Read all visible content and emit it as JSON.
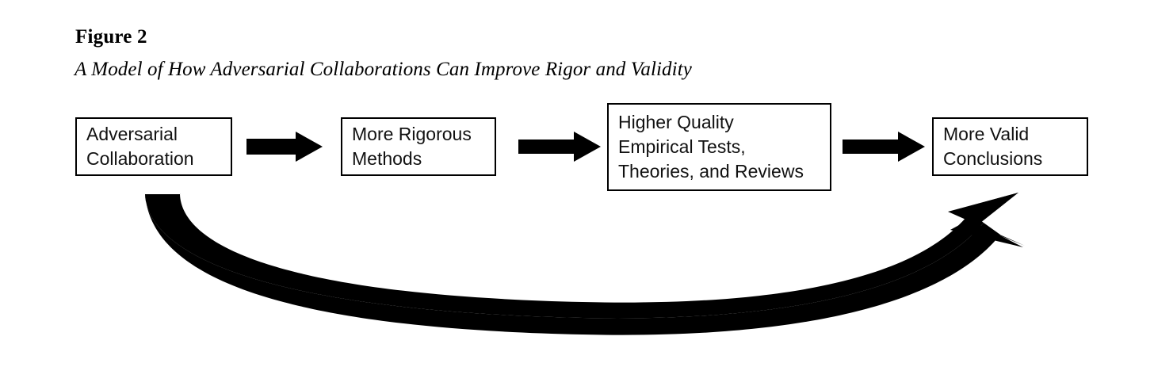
{
  "figure": {
    "label": "Figure 2",
    "caption": "A Model of How Adversarial Collaborations Can Improve Rigor and Validity"
  },
  "diagram": {
    "type": "flow-cycle",
    "background_color": "#ffffff",
    "stroke_color": "#000000",
    "text_color": "#111111",
    "nodes": [
      {
        "id": "adversarial-collaboration",
        "text": "Adversarial\nCollaboration",
        "lines": [
          "Adversarial",
          "Collaboration"
        ]
      },
      {
        "id": "rigorous-methods",
        "text": "More Rigorous\nMethods",
        "lines": [
          "More Rigorous",
          "Methods"
        ]
      },
      {
        "id": "empirical-tests",
        "text": "Higher Quality\nEmpirical Tests,\nTheories, and Reviews",
        "lines": [
          "Higher Quality",
          "Empirical Tests,",
          "Theories, and Reviews"
        ]
      },
      {
        "id": "valid-conclusions",
        "text": "More Valid\nConclusions",
        "lines": [
          "More Valid",
          "Conclusions"
        ]
      }
    ],
    "connectors": [
      {
        "id": "arrow-1",
        "from": "adversarial-collaboration",
        "to": "rigorous-methods",
        "style": "block-arrow",
        "direction": "right"
      },
      {
        "id": "arrow-2",
        "from": "rigorous-methods",
        "to": "empirical-tests",
        "style": "block-arrow",
        "direction": "right"
      },
      {
        "id": "arrow-3",
        "from": "empirical-tests",
        "to": "valid-conclusions",
        "style": "block-arrow",
        "direction": "right"
      },
      {
        "id": "feedback-arrow",
        "from": "adversarial-collaboration",
        "to": "valid-conclusions",
        "style": "curved-tapered-arrow",
        "direction": "clockwise-bottom"
      }
    ]
  }
}
